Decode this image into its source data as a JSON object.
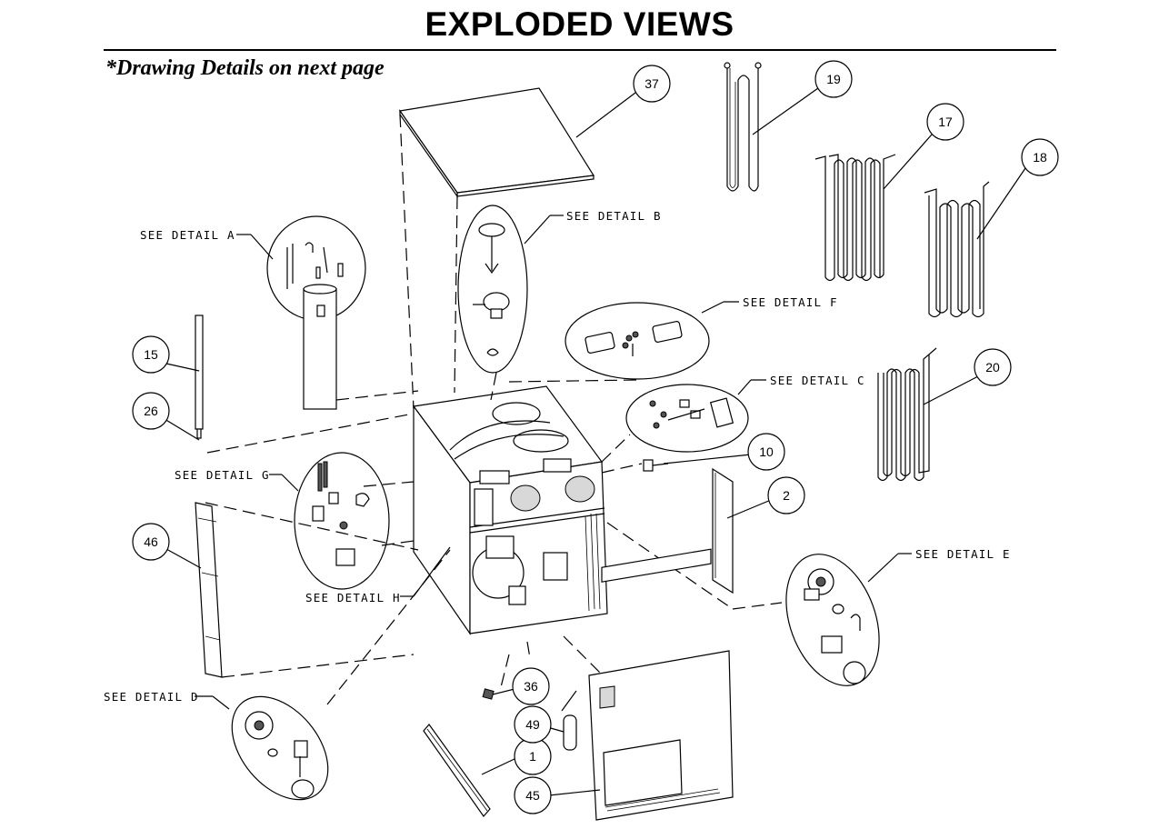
{
  "page": {
    "title": "EXPLODED VIEWS",
    "note": "*Drawing Details on next page"
  },
  "details": {
    "a": "SEE DETAIL  A",
    "b": "SEE DETAIL  B",
    "c": "SEE DETAIL  C",
    "d": "SEE DETAIL  D",
    "e": "SEE DETAIL  E",
    "f": "SEE DETAIL  F",
    "g": "SEE DETAIL  G",
    "h": "SEE DETAIL  H"
  },
  "callouts": {
    "c37": "37",
    "c19": "19",
    "c17": "17",
    "c18": "18",
    "c15": "15",
    "c26": "26",
    "c20": "20",
    "c10": "10",
    "c2": "2",
    "c46": "46",
    "c36": "36",
    "c49": "49",
    "c1": "1",
    "c45": "45"
  }
}
